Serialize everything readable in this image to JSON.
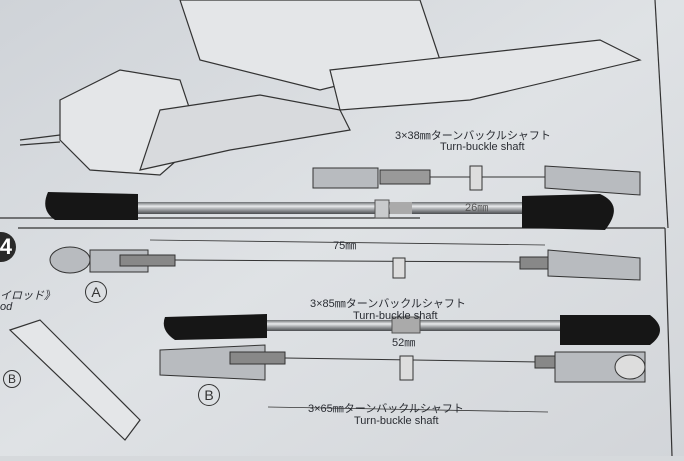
{
  "manual": {
    "step_number": "4",
    "side_text_1": "イロッド》",
    "side_text_2": "od",
    "top_shaft": {
      "jp": "3×38㎜ターンバックルシャフト",
      "en": "Turn-buckle shaft",
      "dim": "26㎜"
    },
    "shaft_a": {
      "marker": "A",
      "dim": "75㎜",
      "jp": "3×85㎜ターンバックルシャフト",
      "en": "Turn-buckle shaft"
    },
    "shaft_b": {
      "marker": "B",
      "dim": "52㎜",
      "jp": "3×65㎜ターンバックルシャフト",
      "en": "Turn-buckle shaft"
    },
    "side_marker": "B"
  }
}
